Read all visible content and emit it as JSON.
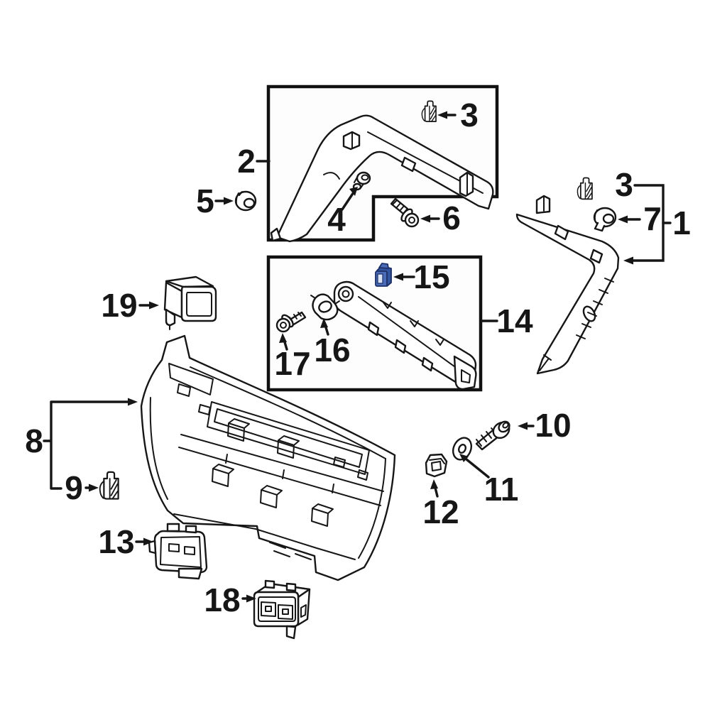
{
  "figure": {
    "type": "exploded-parts-diagram",
    "background": "#ffffff",
    "line_color": "#161616",
    "highlight_color": "#4a6cb8",
    "highlight_dark": "#1c2f66",
    "callouts": {
      "c1": "1",
      "c2": "2",
      "c3": "3",
      "c3b": "3",
      "c4": "4",
      "c5": "5",
      "c6": "6",
      "c7": "7",
      "c8": "8",
      "c9": "9",
      "c10": "10",
      "c11": "11",
      "c12": "12",
      "c13": "13",
      "c14": "14",
      "c15": "15",
      "c16": "16",
      "c17": "17",
      "c18": "18",
      "c19": "19"
    },
    "part_icons": {
      "1": "corner-trim-molding-icon",
      "2": "upper-trim-molding-icon",
      "3": "retainer-clip-icon",
      "4": "screw-icon",
      "5": "nut-icon",
      "6": "shoulder-screw-icon",
      "7": "push-nut-icon",
      "8": "liftgate-trim-panel-icon",
      "9": "retainer-clip-icon",
      "10": "bolt-icon",
      "11": "washer-icon",
      "12": "nut-icon",
      "13": "bracket-icon",
      "14": "sill-trim-plate-icon",
      "15": "blue-retainer-clip-icon",
      "16": "grommet-icon",
      "17": "screw-icon",
      "18": "handle-switch-icon",
      "19": "bezel-icon"
    }
  }
}
